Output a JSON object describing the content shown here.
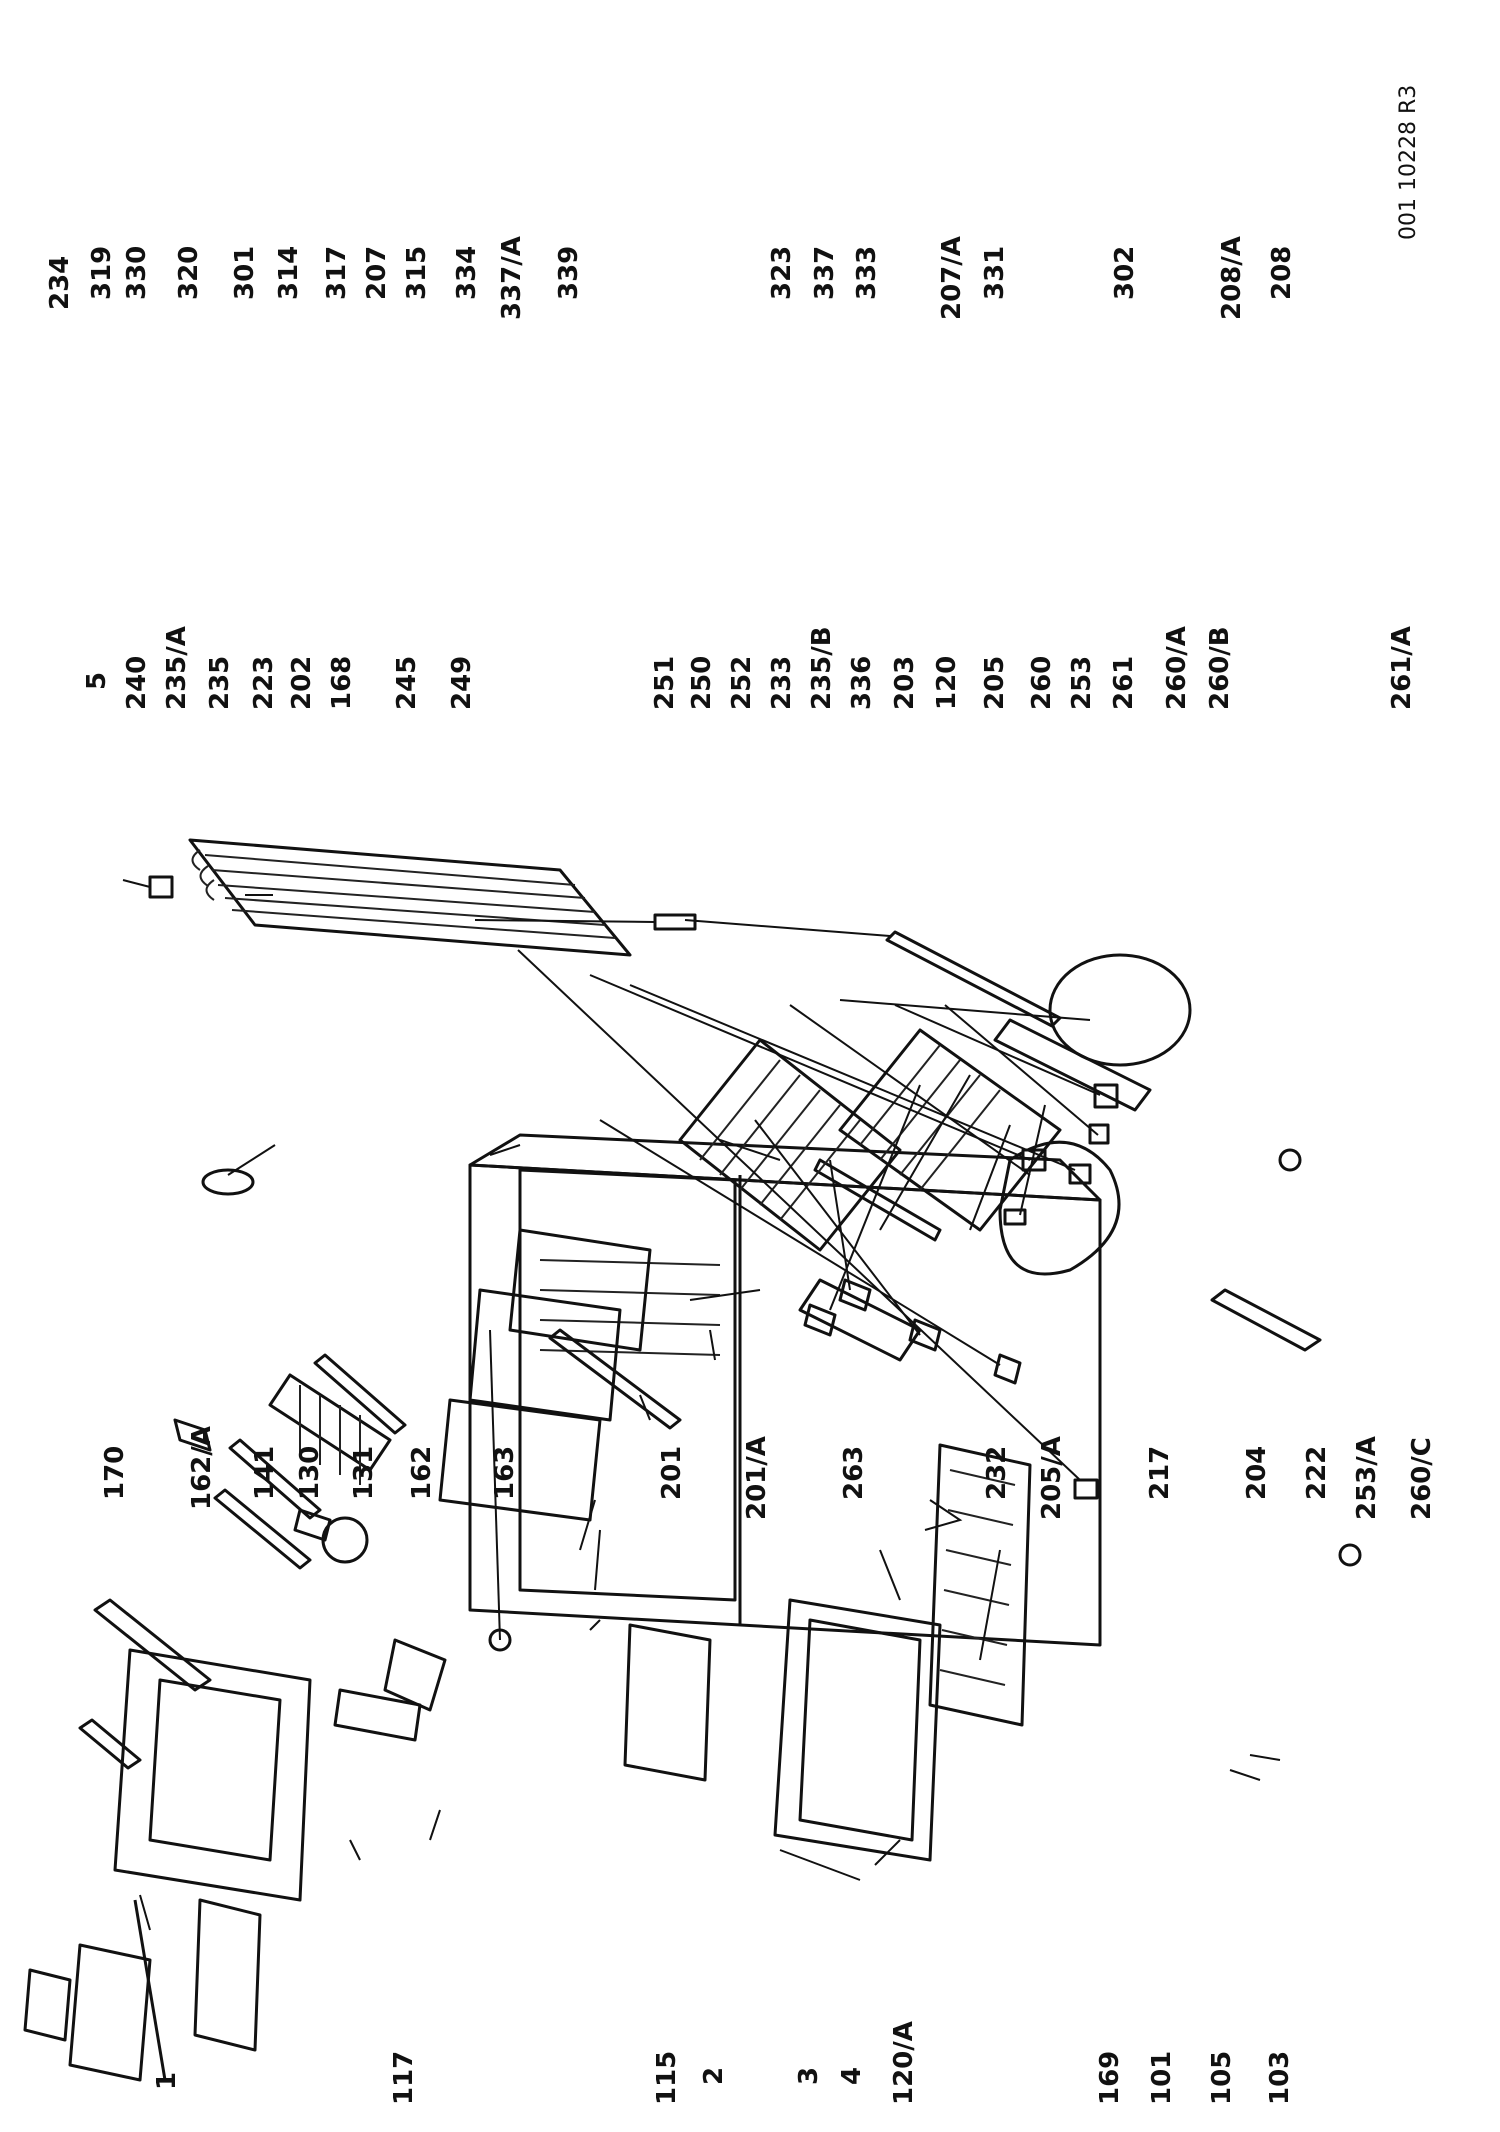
{
  "drawing_code": "001 10228 R3",
  "part_labels": {
    "p1": "1",
    "p117": "117",
    "p115": "115",
    "p2": "2",
    "p3": "3",
    "p4": "4",
    "p120a": "120/A",
    "p169": "169",
    "p101": "101",
    "p105": "105",
    "p103": "103",
    "p170": "170",
    "p162a": "162/A",
    "p141": "141",
    "p130": "130",
    "p131": "131",
    "p162": "162",
    "p163": "163",
    "p201": "201",
    "p201a": "201/A",
    "p263": "263",
    "p232": "232",
    "p205a": "205/A",
    "p217": "217",
    "p204": "204",
    "p222": "222",
    "p253a": "253/A",
    "p260c": "260/C",
    "p5": "5",
    "p240": "240",
    "p235a": "235/A",
    "p235": "235",
    "p223": "223",
    "p202": "202",
    "p168": "168",
    "p245": "245",
    "p249": "249",
    "p251": "251",
    "p250": "250",
    "p252": "252",
    "p233": "233",
    "p235b": "235/B",
    "p336": "336",
    "p203": "203",
    "p120": "120",
    "p205": "205",
    "p260": "260",
    "p253": "253",
    "p261": "261",
    "p260a": "260/A",
    "p260b": "260/B",
    "p261a": "261/A",
    "p234": "234",
    "p319": "319",
    "p330": "330",
    "p320": "320",
    "p301": "301",
    "p314": "314",
    "p317": "317",
    "p207": "207",
    "p315": "315",
    "p334": "334",
    "p337a": "337/A",
    "p339": "339",
    "p323": "323",
    "p337": "337",
    "p333": "333",
    "p207a": "207/A",
    "p331": "331",
    "p302": "302",
    "p208a": "208/A",
    "p208": "208"
  }
}
